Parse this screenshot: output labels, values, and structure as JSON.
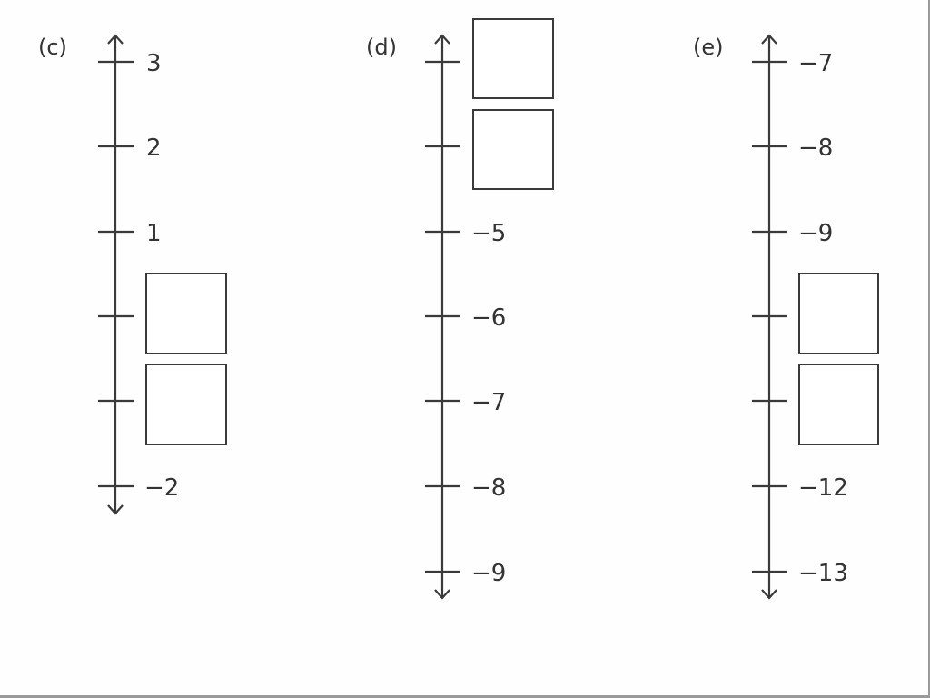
{
  "number_lines": [
    {
      "part_label": "(c)",
      "tick_labels": [
        "3",
        "2",
        "1",
        null,
        null,
        "−2"
      ],
      "blank_boxes": 2
    },
    {
      "part_label": "(d)",
      "tick_labels": [
        null,
        null,
        "−5",
        "−6",
        "−7",
        "−8",
        "−9"
      ],
      "blank_boxes": 2
    },
    {
      "part_label": "(e)",
      "tick_labels": [
        "−7",
        "−8",
        "−9",
        null,
        null,
        "−12",
        "−13"
      ],
      "blank_boxes": 2
    }
  ]
}
